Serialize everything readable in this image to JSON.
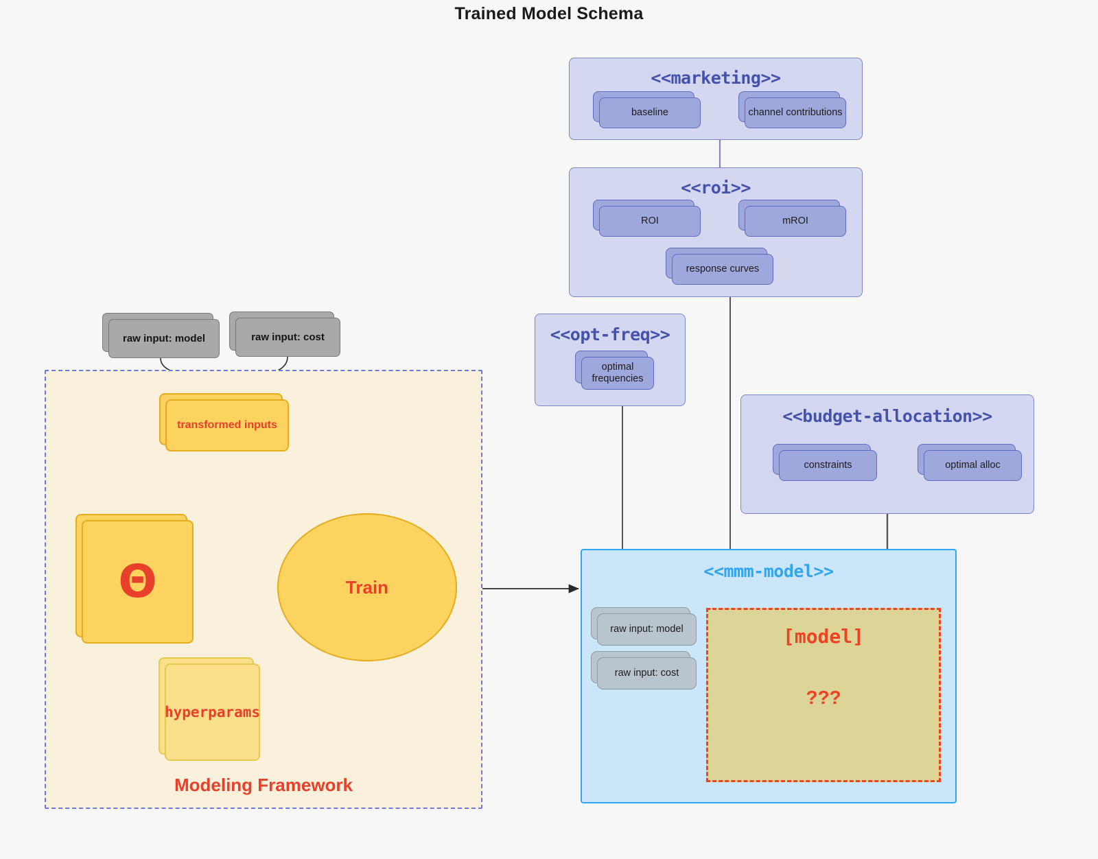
{
  "title": "Trained Model Schema",
  "framework": {
    "label": "Modeling Framework",
    "raw_inputs": [
      {
        "label": "raw input: model"
      },
      {
        "label": "raw input: cost"
      }
    ],
    "transformed_inputs": "transformed inputs",
    "theta": "Θ",
    "hyperparams": "hyperparams",
    "train": "Train"
  },
  "packages": [
    {
      "name": "marketing",
      "title": "<<marketing>>",
      "nodes": [
        {
          "label": "baseline"
        },
        {
          "label": "channel contributions"
        }
      ]
    },
    {
      "name": "roi",
      "title": "<<roi>>",
      "nodes": [
        {
          "label": "ROI"
        },
        {
          "label": "mROI"
        },
        {
          "label": "response curves"
        }
      ]
    },
    {
      "name": "opt-freq",
      "title": "<<opt-freq>>",
      "nodes": [
        {
          "label": "optimal frequencies"
        }
      ]
    },
    {
      "name": "budget-allocation",
      "title": "<<budget-allocation>>",
      "nodes": [
        {
          "label": "constraints"
        },
        {
          "label": "optimal alloc"
        }
      ]
    }
  ],
  "mmm_model": {
    "title": "<<mmm-model>>",
    "raw_inputs": [
      {
        "label": "raw input: model"
      },
      {
        "label": "raw input: cost"
      }
    ],
    "model_label": "[model]",
    "unknown_label": "???"
  },
  "colors": {
    "package_fill": "#d3d7f0",
    "package_border": "#7d86c9",
    "package_title": "#4552ab",
    "node_purple_fill": "#9fa8dc",
    "node_purple_border": "#5c6bc0",
    "mmm_fill": "#cbe5f9",
    "mmm_border": "#31a6f0",
    "mmm_title": "#31a6f0",
    "framework_fill": "#faf1dd",
    "framework_border": "#6c79d8",
    "accent_red": "#e8402a",
    "yellow_fill": "#fbd35e",
    "yellow_border": "#e6ab1f",
    "model_box_fill": "#ddd498",
    "gray_dark": "#a9a9a9",
    "gray_blue": "#b9c5cd",
    "page_bg": "#f7f7f7"
  }
}
